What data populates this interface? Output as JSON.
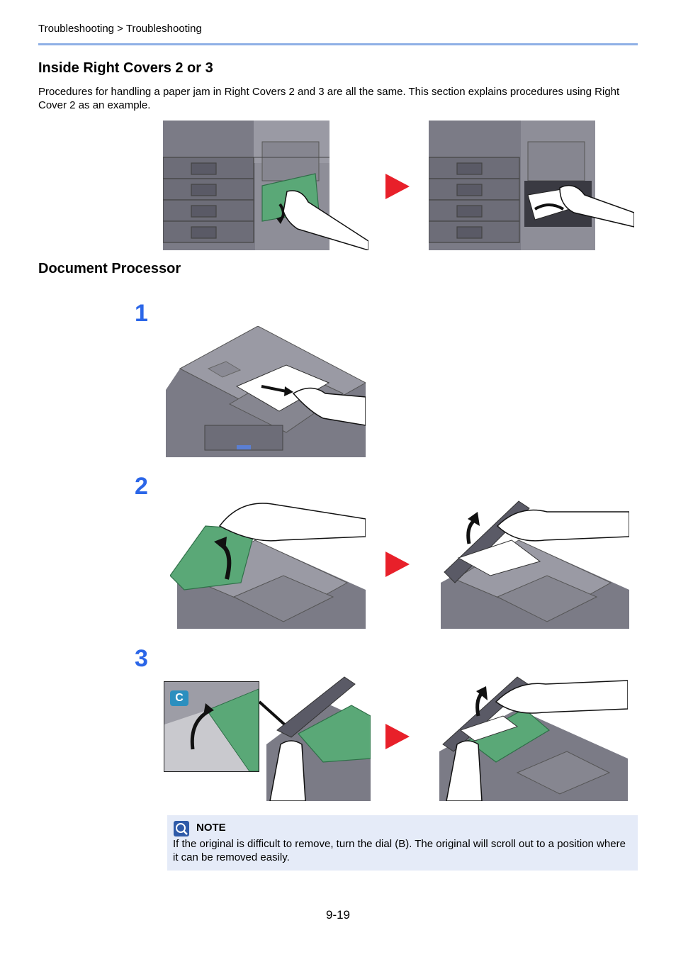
{
  "header": {
    "breadcrumb": "Troubleshooting > Troubleshooting"
  },
  "section1": {
    "title": "Inside Right Covers 2 or 3",
    "text": "Procedures for handling a paper jam in Right Covers 2 and 3 are all the same. This section explains procedures using Right Cover 2 as an example."
  },
  "section2": {
    "title": "Document Processor",
    "steps": [
      {
        "number": "1"
      },
      {
        "number": "2"
      },
      {
        "number": "3"
      }
    ],
    "callout_label": "C"
  },
  "note": {
    "title": "NOTE",
    "text": "If the original is difficult to remove, turn the dial (B). The original will scroll out to a position where it can be removed easily."
  },
  "footer": {
    "page_number": "9-19"
  },
  "colors": {
    "accent_rule": "#8fb0e6",
    "step_number": "#2b66e8",
    "arrow": "#e8202a",
    "note_bg": "#e5ebf8",
    "cover_green": "#5aa877"
  }
}
